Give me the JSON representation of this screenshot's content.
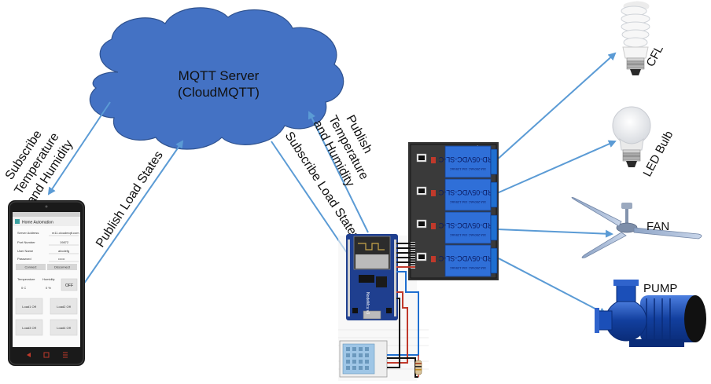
{
  "cloud": {
    "line1": "MQTT Server",
    "line2": "(CloudMQTT)"
  },
  "arrows": {
    "subscribe_temp_line1": "Subscribe",
    "subscribe_temp_line2": "Temperature",
    "subscribe_temp_line3": "and Humidity",
    "publish_load_states": "Publish Load States",
    "subscribe_load_states": "Subscribe Load States",
    "publish_temp_line1": "Publish",
    "publish_temp_line2": "Temperature",
    "publish_temp_line3": "and Humidity"
  },
  "devices": {
    "cfl": "CFL",
    "led_bulb": "LED Bulb",
    "fan": "FAN",
    "pump": "PUMP"
  },
  "phone": {
    "app_title": "Home Automation",
    "fields": [
      {
        "label": "Server Address",
        "value": "m11.cloudmqtt.com"
      },
      {
        "label": "Port Number",
        "value": "19872"
      },
      {
        "label": "User Name",
        "value": "abcdefg"
      },
      {
        "label": "Password",
        "value": "••••••"
      }
    ],
    "connect_label": "Connect",
    "disconnect_label": "Disconnect",
    "temperature_label": "Temperature",
    "humidity_label": "Humidity",
    "temperature_value": "0 C",
    "humidity_value": "0 %",
    "off_label": "OFF",
    "loads": [
      "Load1 Off",
      "Load2 Off",
      "Load3 Off",
      "Load4 Off"
    ]
  },
  "nodemcu": {
    "label": "NodeMcu v3"
  },
  "relay_module": {
    "title": "4 Relay Module",
    "relay_text": "SRD-05VDC-SL-C",
    "relay_rating": "10A 250VAC 10A 125VAC"
  },
  "colors": {
    "cloud": "#4472c4",
    "arrow": "#5b9bd5",
    "relay_blue": "#2f6fd8",
    "nodemcu": "#1f3f8f",
    "dht": "#9fc6e6"
  }
}
